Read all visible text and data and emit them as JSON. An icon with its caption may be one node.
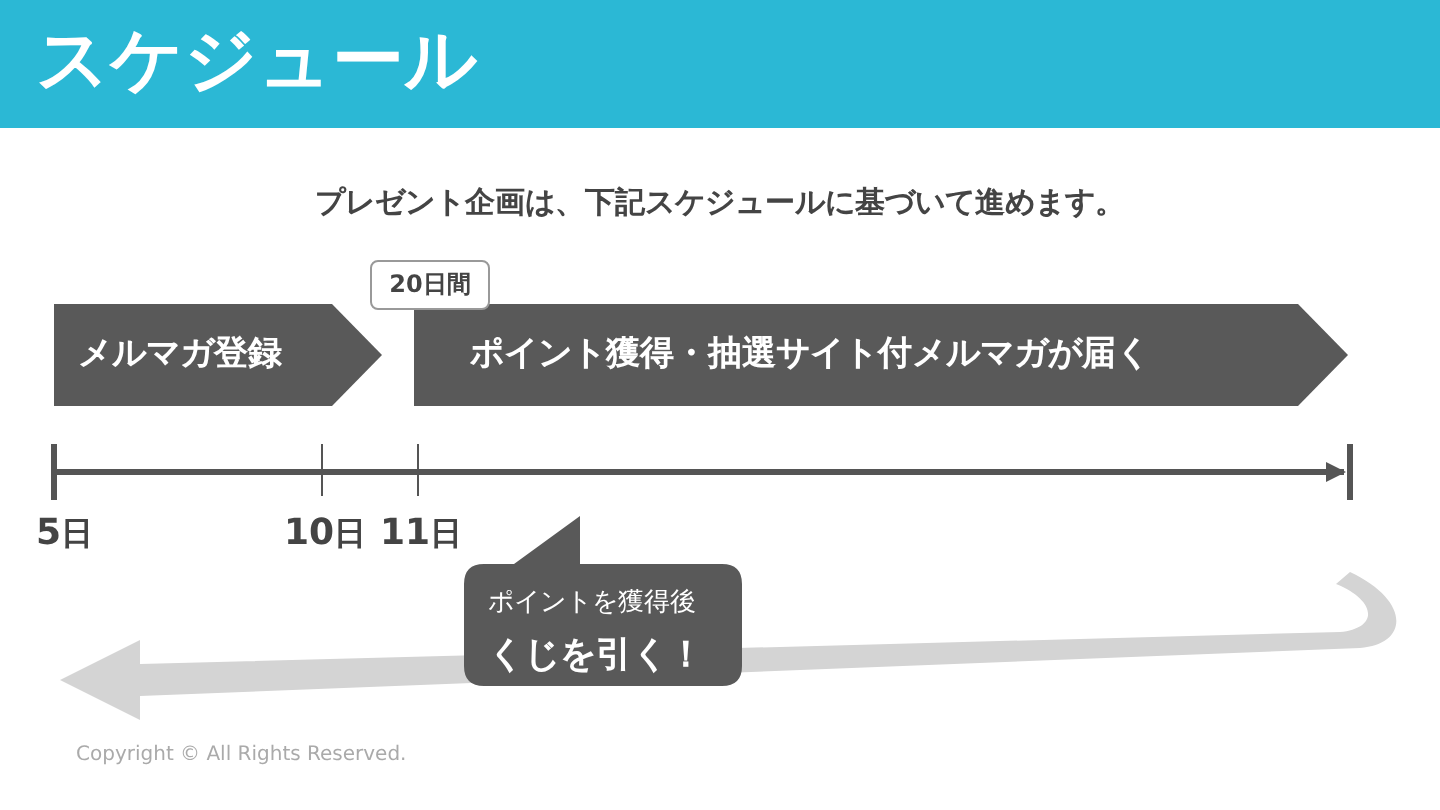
{
  "diagram": {
    "title": "スケジュール",
    "nodes": [
      {
        "text": [
          "メルマガ登録"
        ]
      },
      {
        "text": [
          "ポイント獲得・抽選サイト付メルマガが届く"
        ]
      },
      {
        "text": [
          "20日間"
        ]
      },
      {
        "text": [
          "ポイントを獲得後",
          "くじを引く！"
        ]
      }
    ],
    "labels": [
      "プレゼント企画は、下記スケジュールに基づいて進めます。",
      "**5**日",
      "**10**日",
      "**11**日",
      "Copyright © All Rights Reserved."
    ]
  }
}
